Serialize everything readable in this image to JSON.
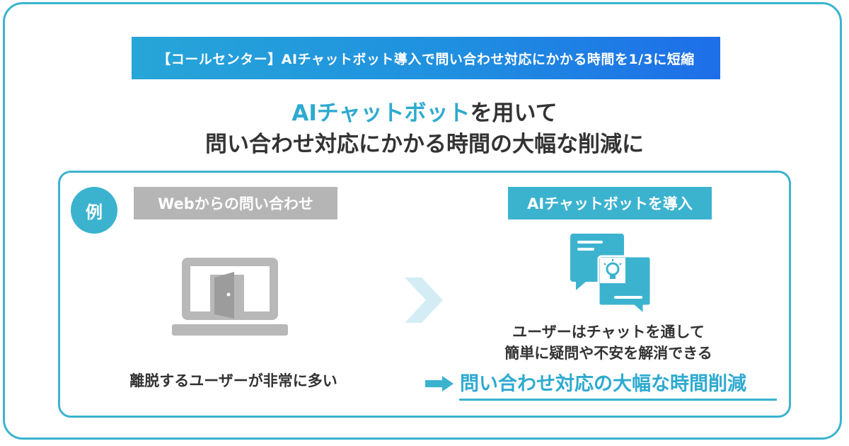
{
  "banner": {
    "text": "【コールセンター】AIチャットボット導入で問い合わせ対応にかかる時間を1/3に短縮"
  },
  "headline": {
    "highlight": "AIチャットボット",
    "line1_rest": "を用いて",
    "line2": "問い合わせ対応にかかる時間の大幅な削減に"
  },
  "example": {
    "badge": "例",
    "left_label": "Webからの問い合わせ",
    "right_label": "AIチャットボットを導入",
    "left_caption": "離脱するユーザーが非常に多い",
    "right_caption_line1": "ユーザーはチャットを通して",
    "right_caption_line2": "簡単に疑問や不安を解消できる",
    "result": "問い合わせ対応の大幅な時間削減"
  },
  "icons": [
    "laptop-door-icon",
    "chevron-right-icon",
    "chat-bubbles-lightbulb-icon",
    "arrow-right-icon"
  ],
  "colors": {
    "accent": "#3bb3cf",
    "gray": "#b5b5b5",
    "text": "#333333",
    "banner": "#1f8fe0"
  }
}
